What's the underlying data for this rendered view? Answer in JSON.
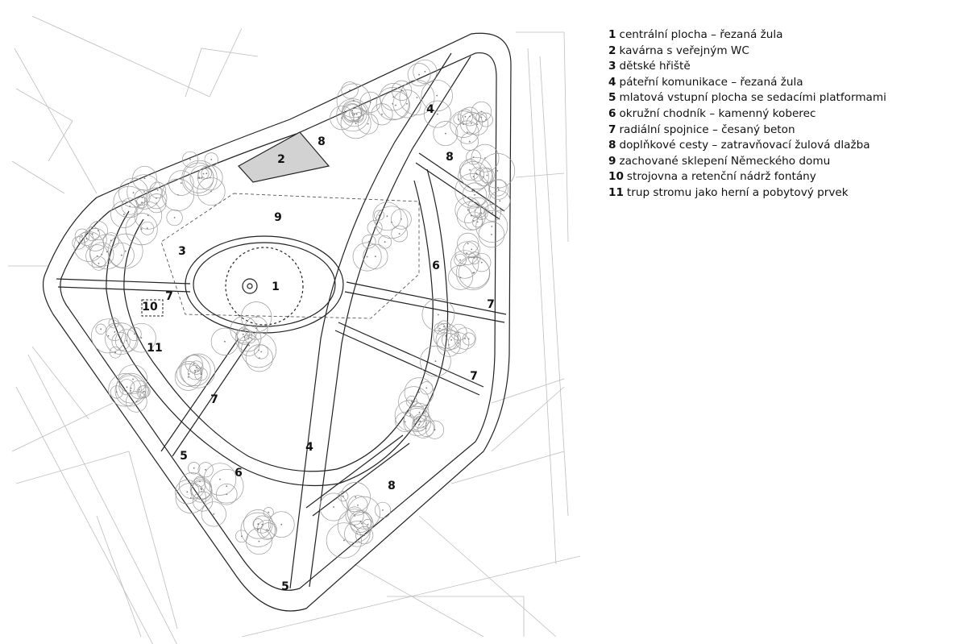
{
  "legend": [
    {
      "num": "1",
      "text": "centrální plocha – řezaná žula"
    },
    {
      "num": "2",
      "text": "kavárna s veřejným WC"
    },
    {
      "num": "3",
      "text": "dětské hřiště"
    },
    {
      "num": "4",
      "text": "páteřní komunikace – řezaná žula"
    },
    {
      "num": "5",
      "text": "mlatová vstupní plocha se sedacími platformami"
    },
    {
      "num": "6",
      "text": "okružní chodník – kamenný koberec"
    },
    {
      "num": "7",
      "text": "radiální spojnice – česaný beton"
    },
    {
      "num": "8",
      "text": "doplňkové cesty – zatravňovací žulová dlažba"
    },
    {
      "num": "9",
      "text": "zachované sklepení Německého domu"
    },
    {
      "num": "10",
      "text": "strojovna a retenční nádrž fontány"
    },
    {
      "num": "11",
      "text": "trup stromu jako herní a pobytový prvek"
    }
  ],
  "map_labels": [
    {
      "text": "1"
    },
    {
      "text": "2"
    },
    {
      "text": "3"
    },
    {
      "text": "4"
    },
    {
      "text": "4"
    },
    {
      "text": "5"
    },
    {
      "text": "5"
    },
    {
      "text": "6"
    },
    {
      "text": "6"
    },
    {
      "text": "7"
    },
    {
      "text": "7"
    },
    {
      "text": "7"
    },
    {
      "text": "7"
    },
    {
      "text": "8"
    },
    {
      "text": "8"
    },
    {
      "text": "8"
    },
    {
      "text": "9"
    },
    {
      "text": "10"
    },
    {
      "text": "11"
    }
  ],
  "colors": {
    "line": "#222222",
    "context": "#bdbdbd",
    "tree": "#9a9a9a",
    "cafe": "#d2d2d2"
  }
}
